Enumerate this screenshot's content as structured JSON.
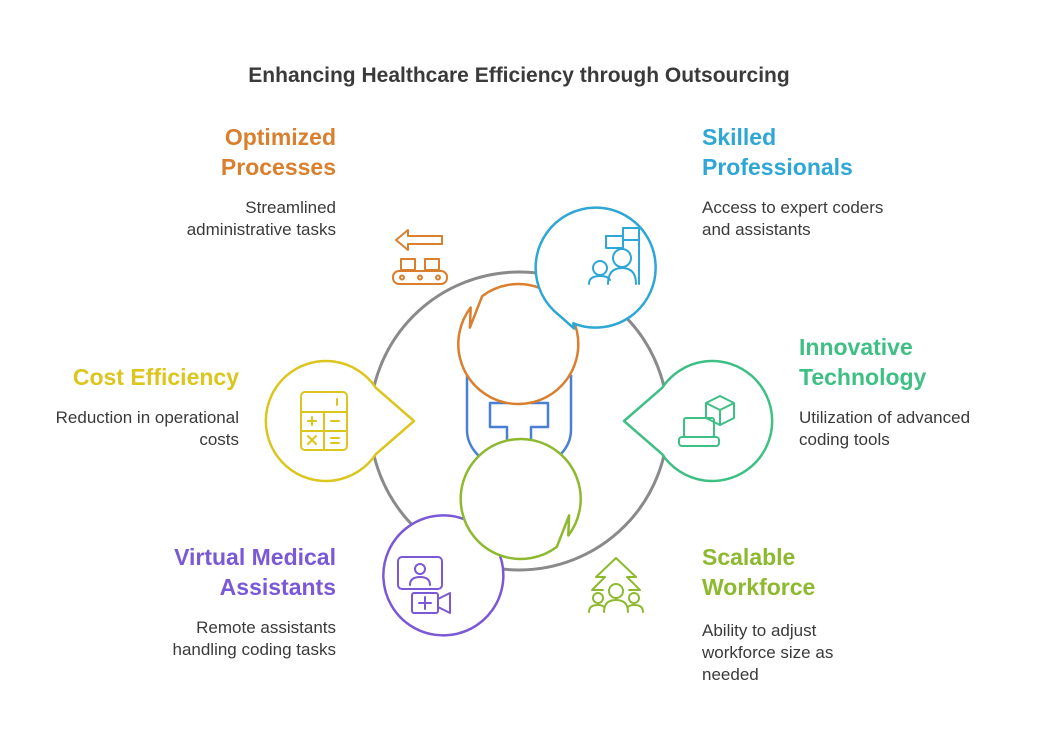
{
  "title": "Enhancing Healthcare Efficiency through Outsourcing",
  "colors": {
    "ring": "#8a8a8a",
    "center": "#4a7fd4",
    "orange": "#d97f2e",
    "blue": "#2ea6d6",
    "green": "#3ebf84",
    "yellow": "#dcc51c",
    "purple": "#7a58d6",
    "lime": "#8db92e"
  },
  "center_icon": "medical-shield-icon",
  "nodes": [
    {
      "key": "optimized",
      "title_lines": [
        "Optimized",
        "Processes"
      ],
      "desc_lines": [
        "Streamlined",
        "administrative tasks"
      ],
      "color": "#d97f2e",
      "icon": "conveyor-belt-icon"
    },
    {
      "key": "skilled",
      "title_lines": [
        "Skilled",
        "Professionals"
      ],
      "desc_lines": [
        "Access to expert coders",
        "and assistants"
      ],
      "color": "#2ea6d6",
      "icon": "team-flag-icon"
    },
    {
      "key": "innovative",
      "title_lines": [
        "Innovative",
        "Technology"
      ],
      "desc_lines": [
        "Utilization of advanced",
        "coding tools"
      ],
      "color": "#3ebf84",
      "icon": "laptop-cube-icon"
    },
    {
      "key": "cost",
      "title_lines": [
        "Cost Efficiency"
      ],
      "desc_lines": [
        "Reduction in operational",
        "costs"
      ],
      "color": "#dcc51c",
      "icon": "calculator-icon"
    },
    {
      "key": "virtual",
      "title_lines": [
        "Virtual Medical",
        "Assistants"
      ],
      "desc_lines": [
        "Remote assistants",
        "handling coding tasks"
      ],
      "color": "#7a58d6",
      "icon": "video-call-medical-icon"
    },
    {
      "key": "scalable",
      "title_lines": [
        "Scalable",
        "Workforce"
      ],
      "desc_lines": [
        "Ability to adjust",
        "workforce size as",
        "needed"
      ],
      "color": "#8db92e",
      "icon": "growing-team-icon"
    }
  ]
}
